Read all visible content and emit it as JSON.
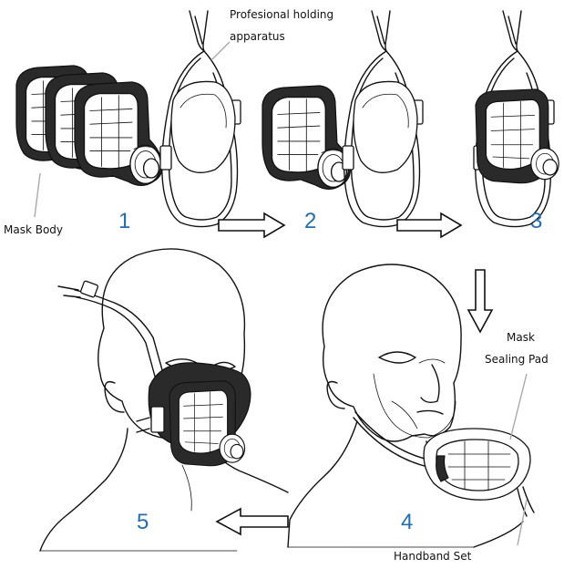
{
  "labels": {
    "holding_apparatus": [
      "Profesional holding",
      "apparatus"
    ],
    "mask_body": "Mask Body",
    "sealing_pad": [
      "Mask",
      "Sealing Pad"
    ],
    "handband_set": "Handband Set"
  },
  "steps": [
    "1",
    "2",
    "3",
    "4",
    "5"
  ],
  "colors": {
    "step_number": "#1f6fb8",
    "line": "#111111",
    "leader": "#aaaaaa",
    "mask_dark": "#2a2a2a"
  },
  "icons": [
    "arrow-right-icon",
    "arrow-down-icon",
    "arrow-left-icon"
  ]
}
